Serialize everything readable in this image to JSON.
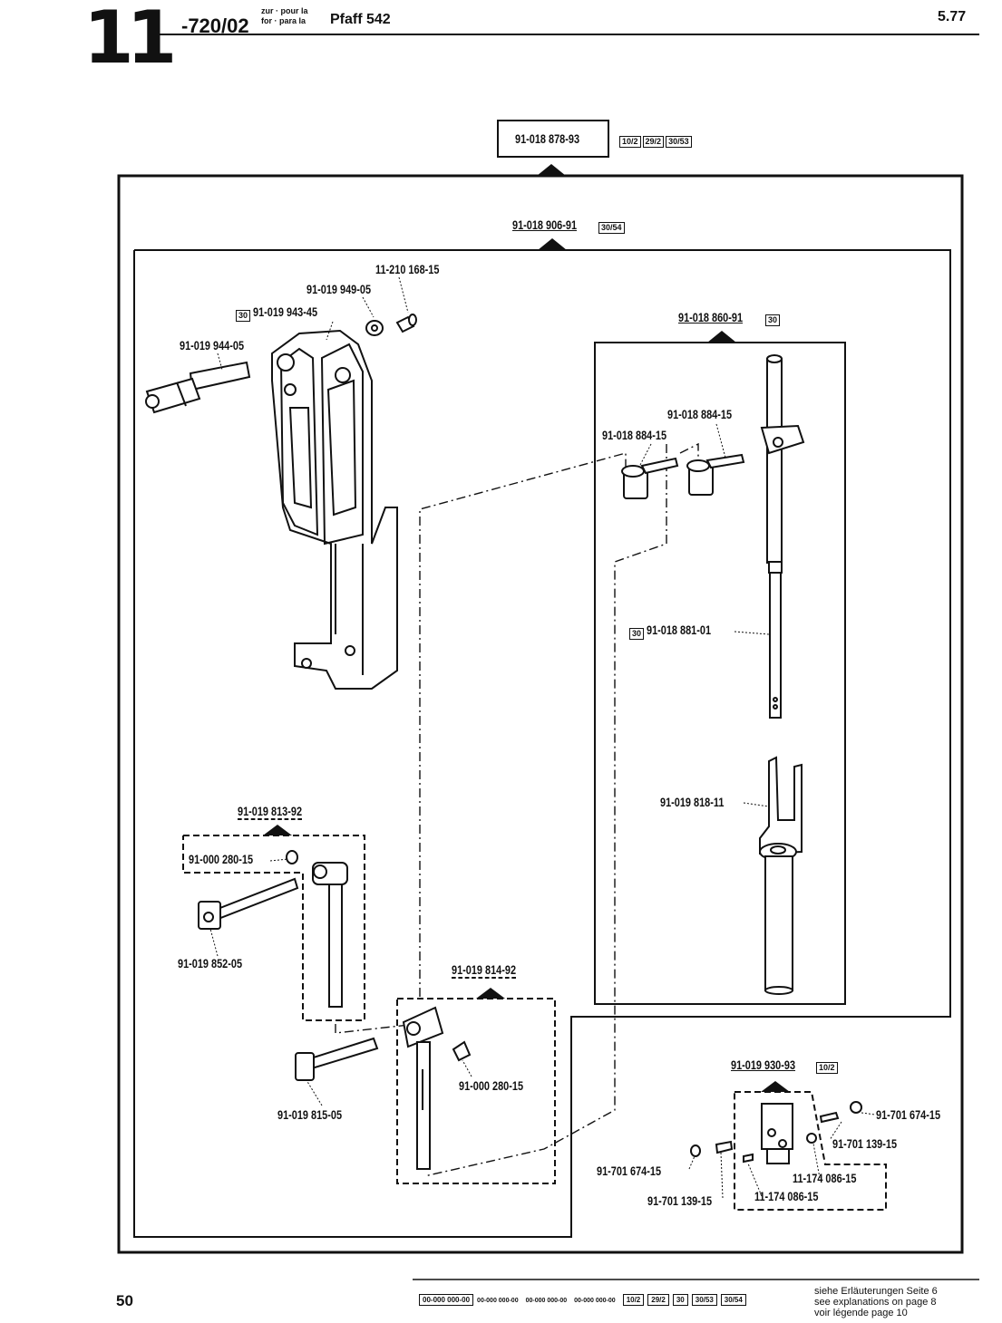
{
  "header": {
    "chapter": "11",
    "code": "-720/02",
    "for_line1": "zur · pour la",
    "for_line2": "for · para la",
    "model": "Pfaff 542",
    "date": "5.77"
  },
  "assemblies": {
    "top": {
      "number": "91-018 878-93",
      "tags": [
        "10/2",
        "29/2",
        "30/53"
      ]
    },
    "main": {
      "number": "91-018 906-91",
      "tag": "30/54"
    },
    "right": {
      "number": "91-018 860-91",
      "tag": "30"
    },
    "left_sub": {
      "number": "91-019 813-92"
    },
    "mid_sub": {
      "number": "91-019 814-92"
    },
    "br_sub": {
      "number": "91-019 930-93",
      "tag": "10/2"
    }
  },
  "parts": {
    "p1": "11-210 168-15",
    "p2": "91-019 949-05",
    "p3_tag": "30",
    "p3": "91-019 943-45",
    "p4": "91-019 944-05",
    "p5": "91-018 884-15",
    "p6": "91-018 884-15",
    "p7_tag": "30",
    "p7": "91-018 881-01",
    "p8": "91-019 818-11",
    "p9": "91-000 280-15",
    "p10": "91-019 852-05",
    "p11": "91-000 280-15",
    "p12": "91-019 815-05",
    "p13": "91-701 674-15",
    "p14": "91-701 139-15",
    "p15": "11-174 086-15",
    "p16": "91-701 674-15",
    "p17": "91-701 139-15",
    "p18": "11-174 086-15"
  },
  "footer": {
    "page": "50",
    "codes": [
      "00-000 000-00",
      "00-000 000-00",
      "00-000 000-00",
      "00-000 000-00"
    ],
    "tags": [
      "10/2",
      "29/2",
      "30",
      "30/53",
      "30/54"
    ],
    "note_de": "siehe Erläuterungen Seite 6",
    "note_en": "see explanations on page 8",
    "note_fr": "voir légende page 10"
  }
}
